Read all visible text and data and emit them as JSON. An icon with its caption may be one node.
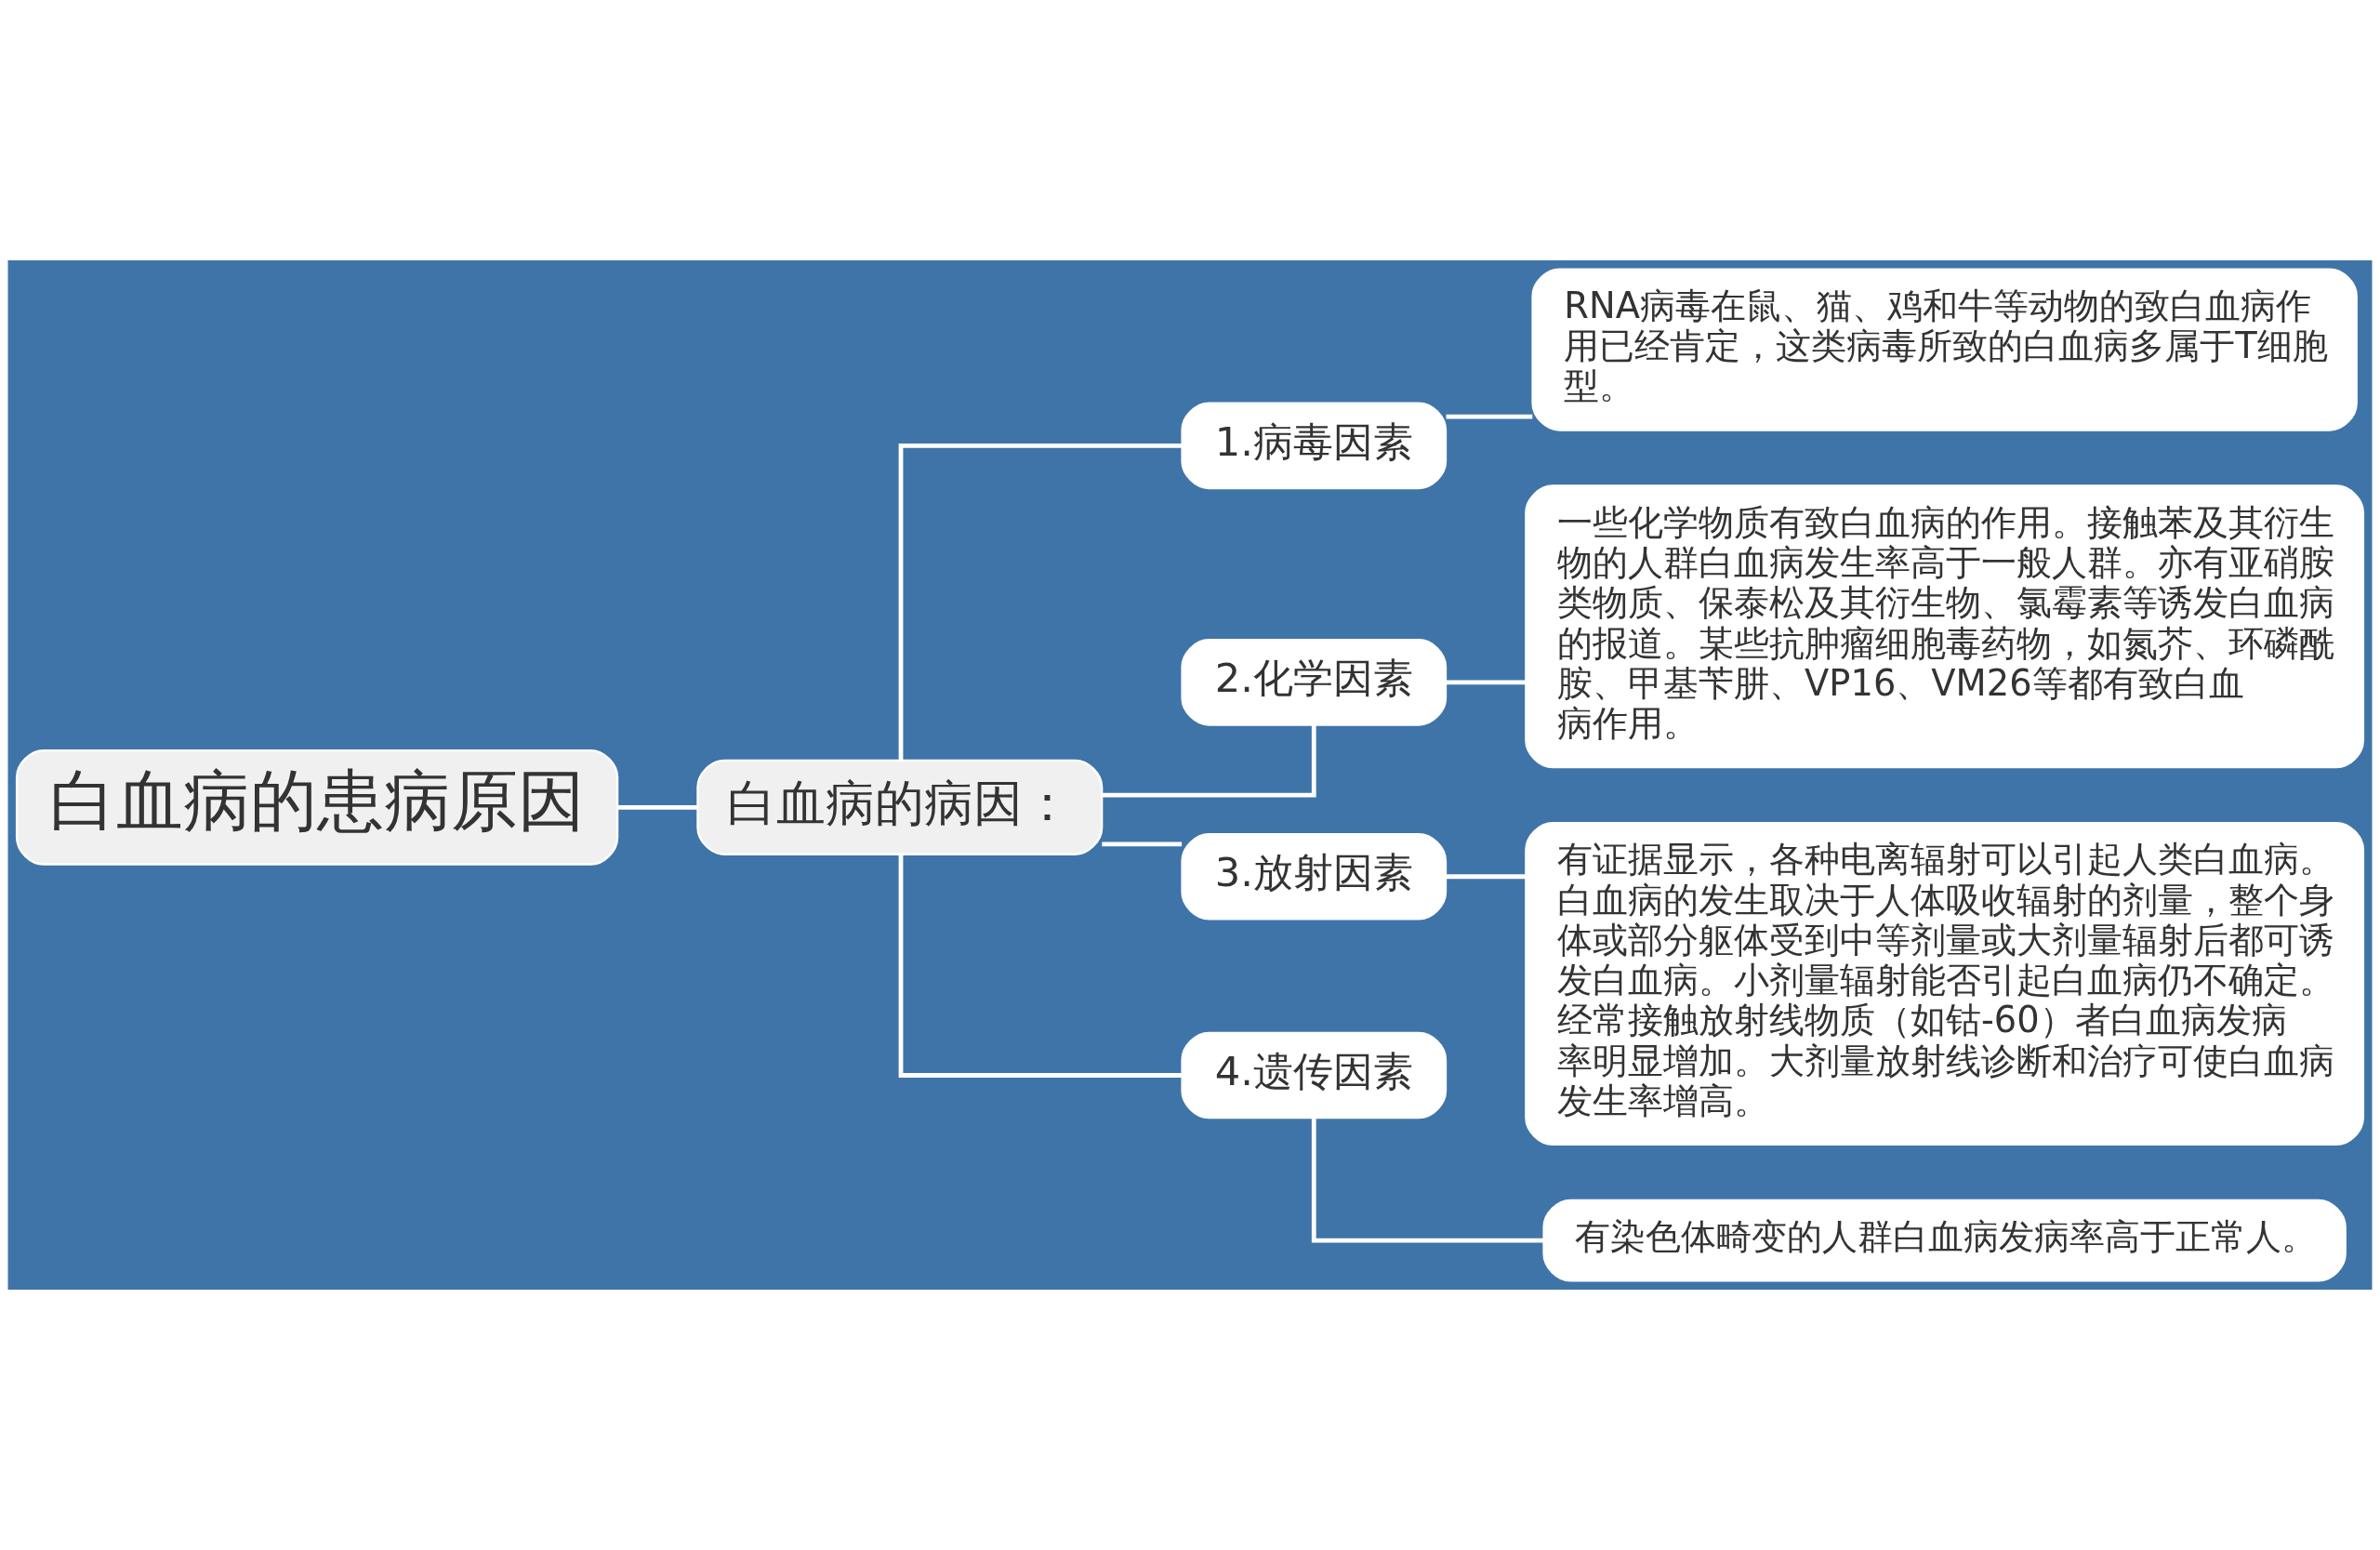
{
  "diagram": {
    "nodes": [
      {
        "text": [
          "白血病的患病原因"
        ]
      },
      {
        "text": [
          "白血病的病因："
        ]
      },
      {
        "text": [
          "1.病毒因素"
        ]
      },
      {
        "text": [
          "RNA病毒在鼠、猫、鸡和牛等动物的致白血病作用已经肯定，这类病毒所致的白血病多属于T细胞型。"
        ]
      },
      {
        "text": [
          "2.化学因素"
        ]
      },
      {
        "text": [
          "一些化学物质有致白血病的作用。接触苯及其衍生物的人群白血病发生率高于一般人群。亦有亚硝胺类物质、保泰松及其衍生物、氯霉素等诱发白血病的报道。某些抗肿瘤细胞毒药物，如氮芥、环磷酰胺、甲基苄肼、VP16、VM26等都有致白血病作用。"
        ]
      },
      {
        "text": [
          "3.放射因素"
        ]
      },
      {
        "text": [
          "有证据显示，各种电离辐射可以引起人类白血病。白血病的发生取决于人体吸收辐射的剂量，整个身体或部分躯体受到中等剂量或大剂量辐射后都可诱发白血病。小剂量辐射能否引起白血病仍不确定。经常接触放射线物质（如钴-60）者白血病发病率明显增加。大剂量放射线诊断和治疗可使白血病发生率增高。"
        ]
      },
      {
        "text": [
          "4.遗传因素"
        ]
      },
      {
        "text": [
          "有染色体畸变的人群白血病发病率高于正常人。"
        ]
      }
    ],
    "edges": [
      {
        "from": 0,
        "to": 1,
        "arrow": "none"
      },
      {
        "from": 1,
        "to": 2,
        "arrow": "none"
      },
      {
        "from": 1,
        "to": 4,
        "arrow": "none"
      },
      {
        "from": 1,
        "to": 6,
        "arrow": "none"
      },
      {
        "from": 1,
        "to": 8,
        "arrow": "none"
      },
      {
        "from": 2,
        "to": 3,
        "arrow": "none"
      },
      {
        "from": 4,
        "to": 5,
        "arrow": "none"
      },
      {
        "from": 6,
        "to": 7,
        "arrow": "none"
      },
      {
        "from": 8,
        "to": 9,
        "arrow": "none"
      }
    ]
  }
}
